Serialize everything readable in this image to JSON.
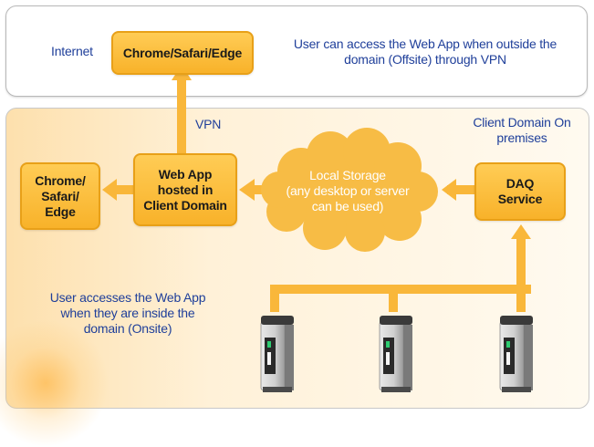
{
  "top_panel": {
    "internet_label": "Internet",
    "browser_box": "Chrome/Safari/Edge",
    "offsite_note_line1": "User can access the Web App when outside the",
    "offsite_note_line2": "domain (Offsite) through VPN"
  },
  "connector": {
    "vpn_label": "VPN"
  },
  "bottom_panel": {
    "client_domain_line1": "Client Domain On",
    "client_domain_line2": "premises",
    "browser_box_line1": "Chrome/",
    "browser_box_line2": "Safari/",
    "browser_box_line3": "Edge",
    "webapp_line1": "Web App",
    "webapp_line2": "hosted in",
    "webapp_line3": "Client Domain",
    "storage_line1": "Local Storage",
    "storage_line2": "(any desktop or server",
    "storage_line3": "can be used)",
    "daq_line1": "DAQ",
    "daq_line2": "Service",
    "onsite_note_line1": "User accesses the Web App",
    "onsite_note_line2": "when they are inside the",
    "onsite_note_line3": "domain (Onsite)"
  },
  "colors": {
    "box_fill": "#f8b22a",
    "arrow": "#f9b73a",
    "cloud": "#f7bc45",
    "label_blue": "#1f3f9a"
  },
  "icons": {
    "machines": [
      "printer-machine-icon",
      "printer-machine-icon",
      "printer-machine-icon"
    ]
  }
}
